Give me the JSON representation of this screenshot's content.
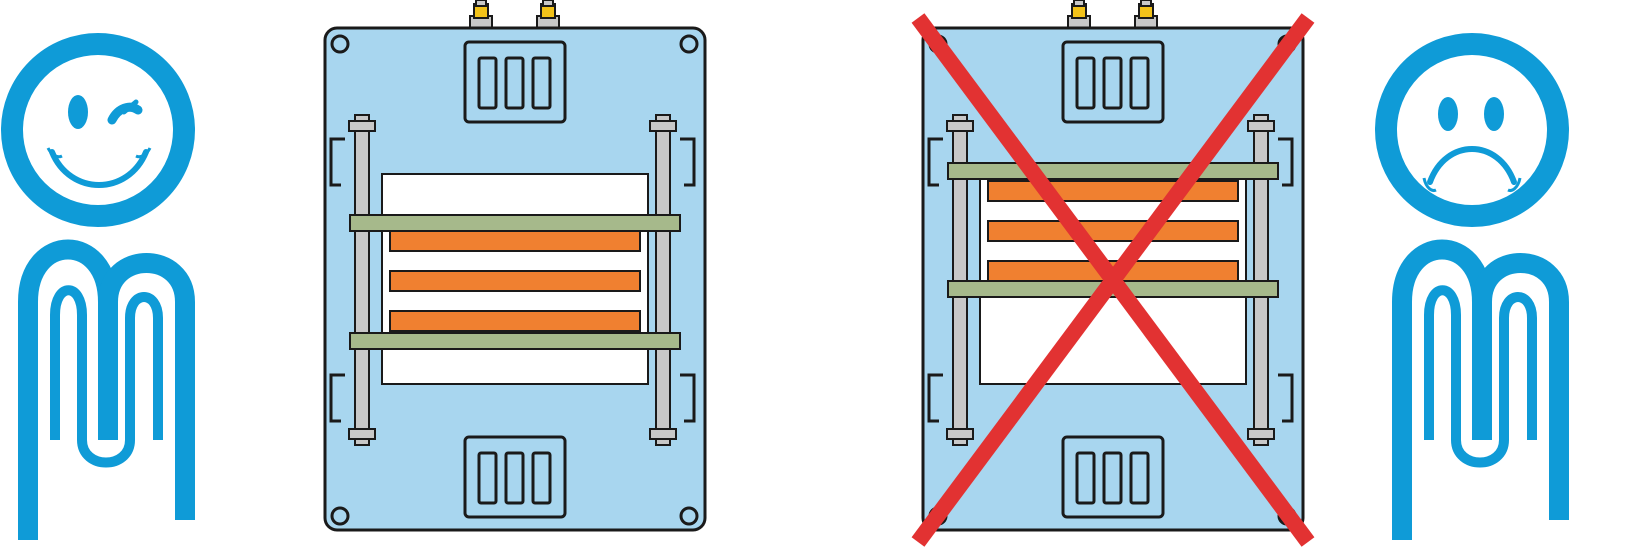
{
  "colors": {
    "mascot": "#0f9bd7",
    "panel": "#a8d6ef",
    "stroke": "#1a1a1a",
    "plate": "#a6b98b",
    "pad": "#f08030",
    "bolt": "#c8c8c8",
    "cross": "#e23232",
    "fitting": "#f2c21a",
    "window": "#ffffff"
  },
  "figures": [
    {
      "role": "correct-mounting",
      "mood": "happy-winking",
      "crossed_out": false
    },
    {
      "role": "incorrect-mounting",
      "mood": "sad",
      "crossed_out": true
    }
  ],
  "icons": [
    "happy-winking-mascot-icon",
    "sad-mascot-icon",
    "red-cross-icon",
    "connector-icon",
    "bolt-icon"
  ]
}
